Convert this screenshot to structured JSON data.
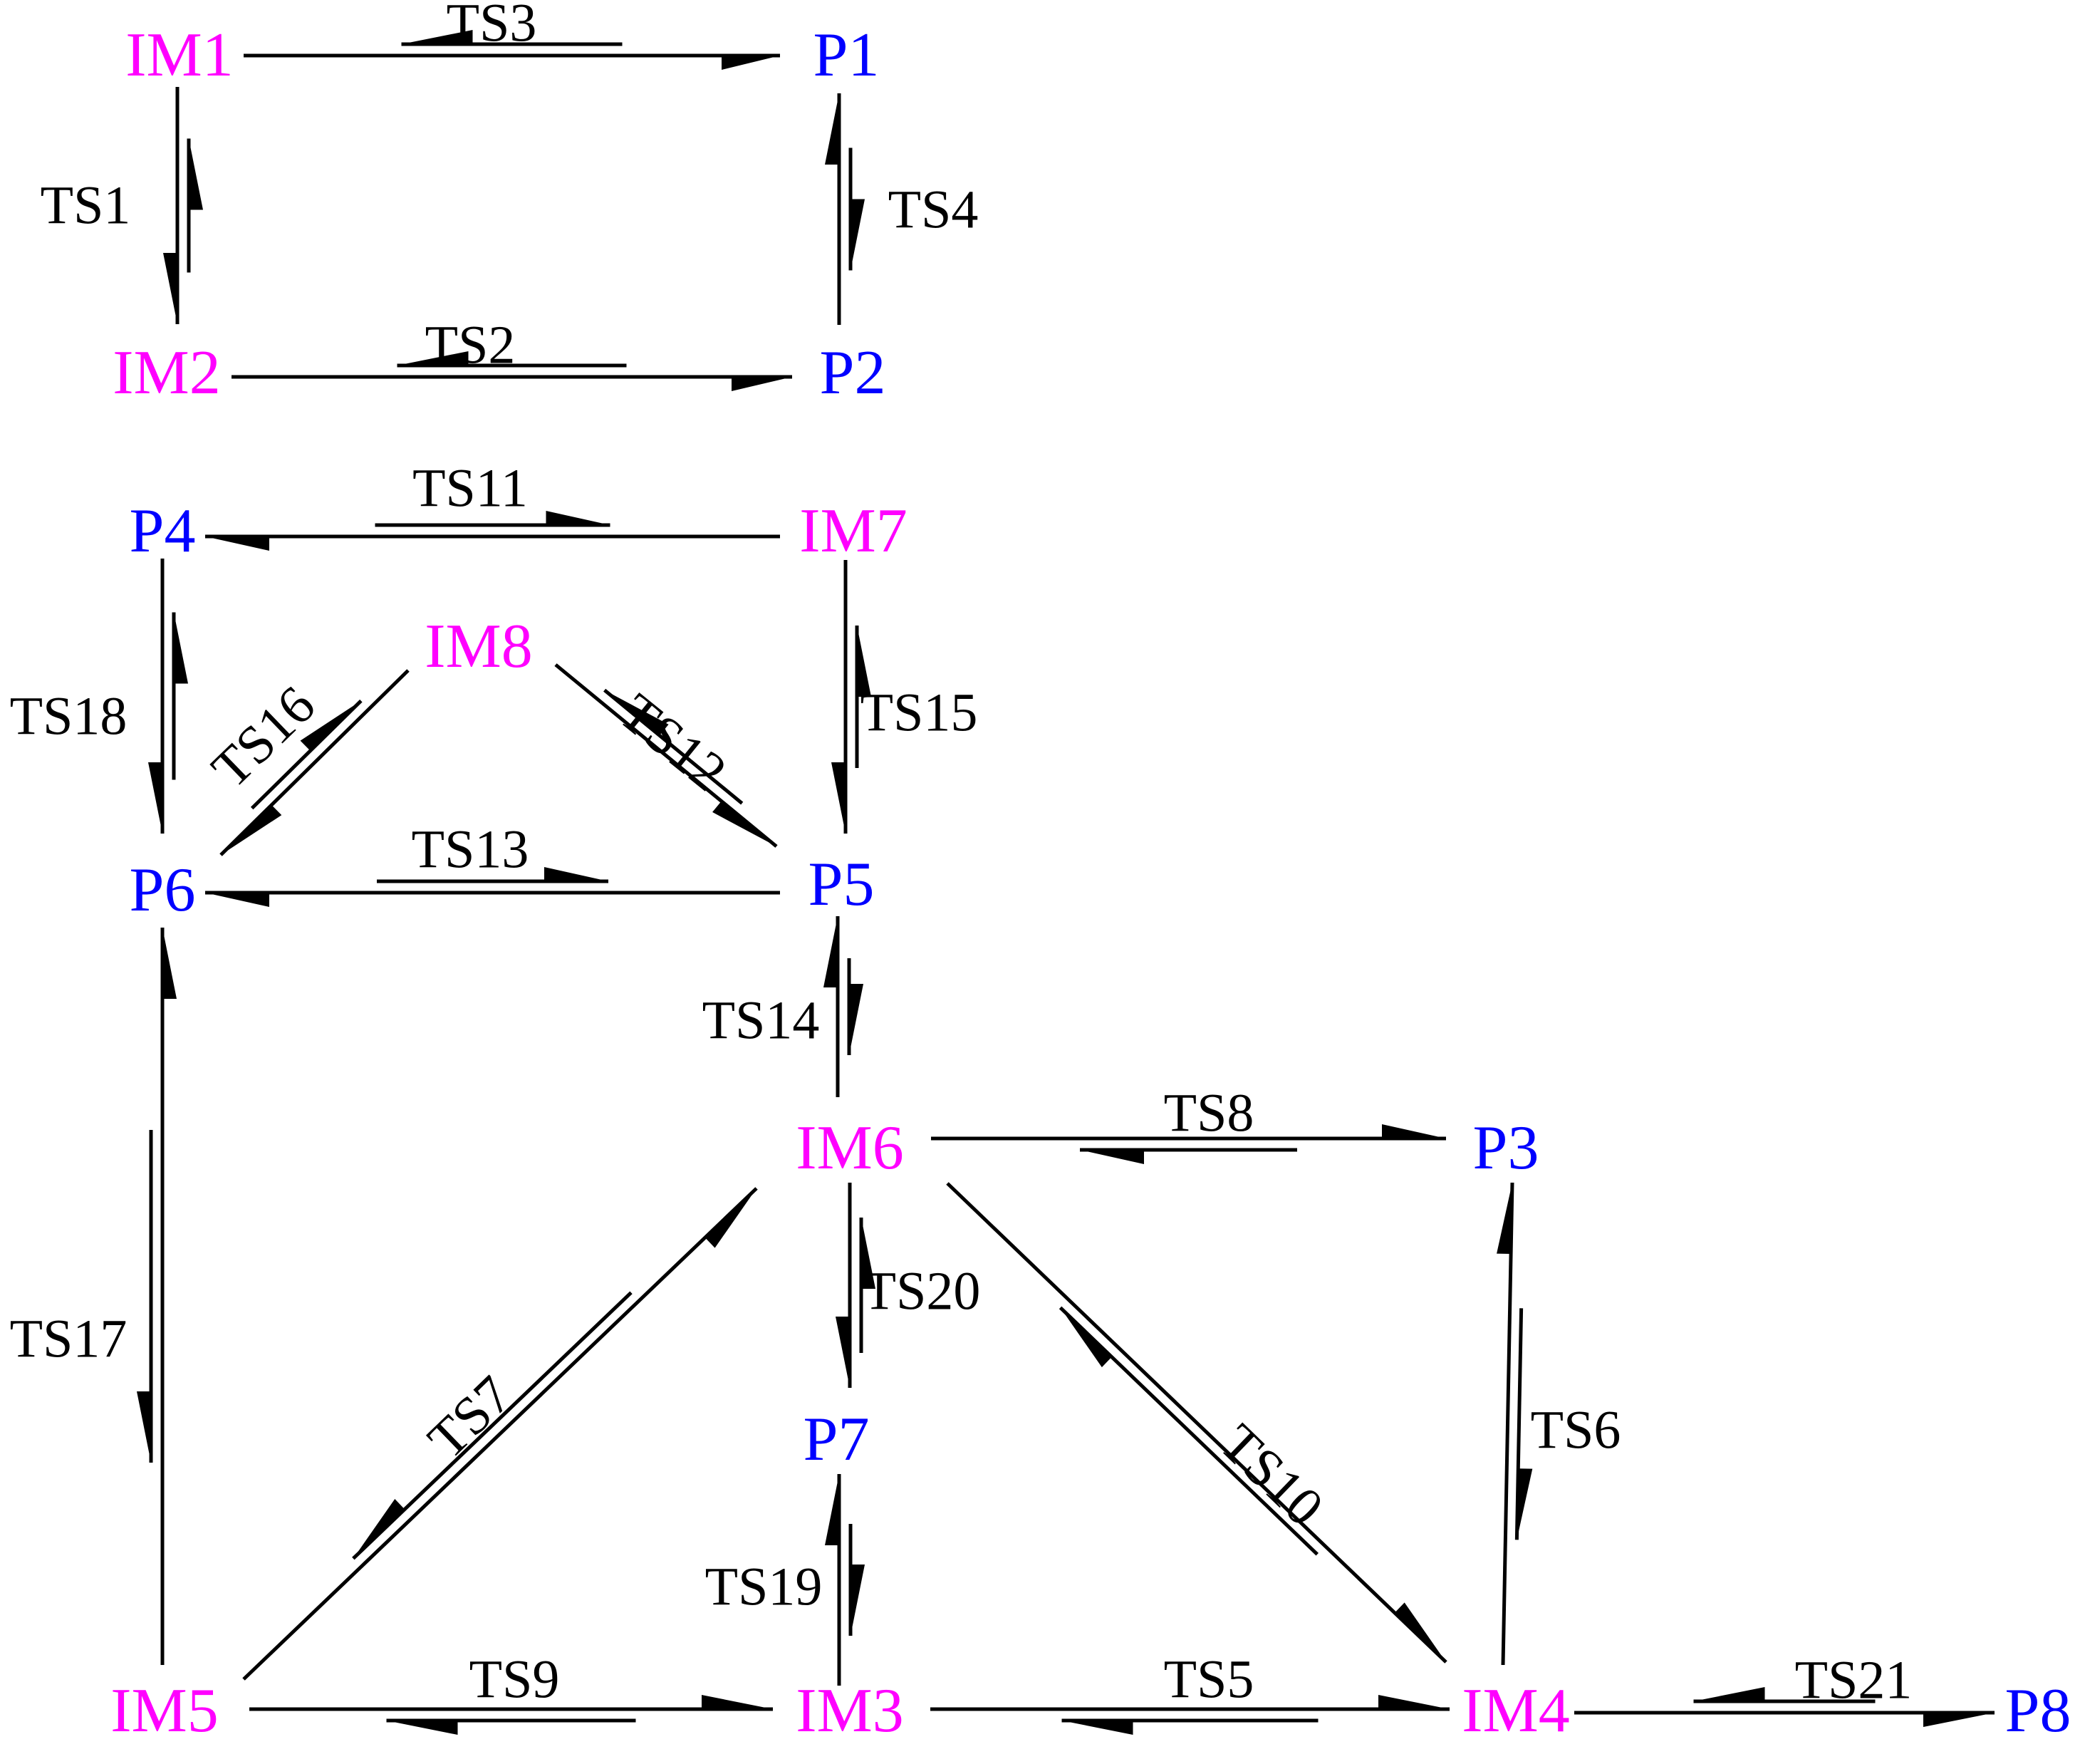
{
  "colors": {
    "intermediate": "#ff00ff",
    "product": "#0000ff",
    "line": "#000000",
    "label": "#000000"
  },
  "nodes": {
    "IM1": {
      "label": "IM1",
      "kind": "intermediate"
    },
    "IM2": {
      "label": "IM2",
      "kind": "intermediate"
    },
    "IM3": {
      "label": "IM3",
      "kind": "intermediate"
    },
    "IM4": {
      "label": "IM4",
      "kind": "intermediate"
    },
    "IM5": {
      "label": "IM5",
      "kind": "intermediate"
    },
    "IM6": {
      "label": "IM6",
      "kind": "intermediate"
    },
    "IM7": {
      "label": "IM7",
      "kind": "intermediate"
    },
    "IM8": {
      "label": "IM8",
      "kind": "intermediate"
    },
    "P1": {
      "label": "P1",
      "kind": "product"
    },
    "P2": {
      "label": "P2",
      "kind": "product"
    },
    "P3": {
      "label": "P3",
      "kind": "product"
    },
    "P4": {
      "label": "P4",
      "kind": "product"
    },
    "P5": {
      "label": "P5",
      "kind": "product"
    },
    "P6": {
      "label": "P6",
      "kind": "product"
    },
    "P7": {
      "label": "P7",
      "kind": "product"
    },
    "P8": {
      "label": "P8",
      "kind": "product"
    }
  },
  "edges": {
    "TS1": {
      "label": "TS1",
      "from": "IM1",
      "to": "IM2"
    },
    "TS2": {
      "label": "TS2",
      "from": "IM2",
      "to": "P2"
    },
    "TS3": {
      "label": "TS3",
      "from": "IM1",
      "to": "P1"
    },
    "TS4": {
      "label": "TS4",
      "from": "P2",
      "to": "P1"
    },
    "TS5": {
      "label": "TS5",
      "from": "IM3",
      "to": "IM4"
    },
    "TS6": {
      "label": "TS6",
      "from": "IM4",
      "to": "P3"
    },
    "TS7": {
      "label": "TS7",
      "from": "IM5",
      "to": "IM6"
    },
    "TS8": {
      "label": "TS8",
      "from": "IM6",
      "to": "P3"
    },
    "TS9": {
      "label": "TS9",
      "from": "IM5",
      "to": "IM3"
    },
    "TS10": {
      "label": "TS10",
      "from": "IM6",
      "to": "IM4"
    },
    "TS11": {
      "label": "TS11",
      "from": "IM7",
      "to": "P4"
    },
    "TS12": {
      "label": "TS12",
      "from": "IM8",
      "to": "P5"
    },
    "TS13": {
      "label": "TS13",
      "from": "P5",
      "to": "P6"
    },
    "TS14": {
      "label": "TS14",
      "from": "IM6",
      "to": "P5"
    },
    "TS15": {
      "label": "TS15",
      "from": "IM7",
      "to": "P5"
    },
    "TS16": {
      "label": "TS16",
      "from": "IM8",
      "to": "P6"
    },
    "TS17": {
      "label": "TS17",
      "from": "IM5",
      "to": "P6"
    },
    "TS18": {
      "label": "TS18",
      "from": "P4",
      "to": "P6"
    },
    "TS19": {
      "label": "TS19",
      "from": "IM3",
      "to": "P7"
    },
    "TS20": {
      "label": "TS20",
      "from": "IM6",
      "to": "P7"
    },
    "TS21": {
      "label": "TS21",
      "from": "IM4",
      "to": "P8"
    }
  }
}
